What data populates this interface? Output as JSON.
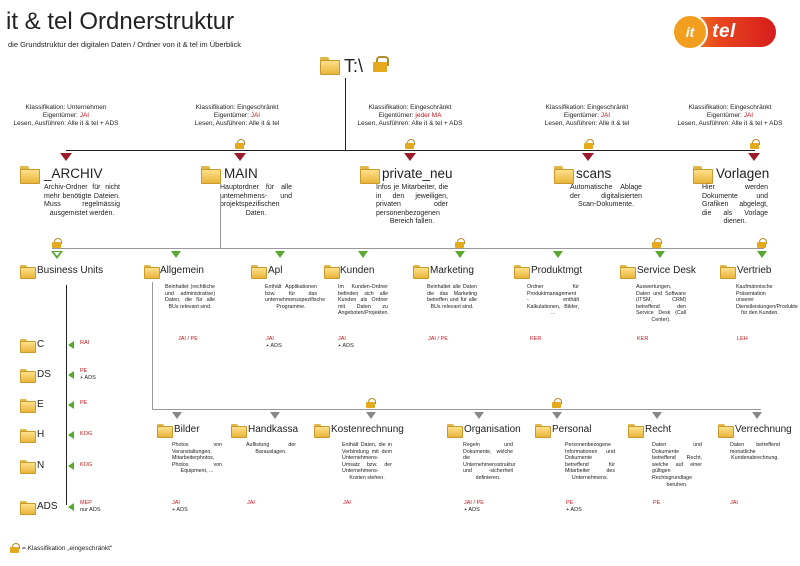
{
  "header": {
    "title": "it & tel Ordnerstruktur",
    "subtitle": "die Grundstruktur der digitalen Daten / Ordner von it & tel im Überblick"
  },
  "logo": {
    "bubble": "it",
    "text": "tel"
  },
  "root": {
    "label": "T:\\"
  },
  "level1": [
    {
      "name": "_ARCHIV",
      "cls": {
        "k": "Klassifikation: Unternehmen",
        "e_label": "Eigentümer: ",
        "e_value": "JAI",
        "r": "Lesen, Ausführen: Alle it & tel + ADS"
      },
      "desc": "Archiv-Ordner für nicht mehr benötigte Dateien. Muss regelmässig ausgemistet werden."
    },
    {
      "name": "MAIN",
      "cls": {
        "k": "Klassifikation: Eingeschränkt",
        "e_label": "Eigentümer: ",
        "e_value": "JAI",
        "r": "Lesen, Ausführen: Alle it & tel"
      },
      "desc": "Hauptordner für alle unternehmens- und projektspezifischen Daten."
    },
    {
      "name": "private_neu",
      "cls": {
        "k": "Klassifikation: Eingeschränkt",
        "e_label": "Eigentümer: ",
        "e_value": "jeder MA",
        "r": "Lesen, Ausführen: Alle it & tel + ADS"
      },
      "desc": "Infos je Mitarbeiter, die in den jeweiligen, privaten oder personenbezogenen Bereich fallen."
    },
    {
      "name": "scans",
      "cls": {
        "k": "Klassifikation: Eingeschränkt",
        "e_label": "Eigentümer: ",
        "e_value": "JAI",
        "r": "Lesen, Ausführen: Alle it & tel"
      },
      "desc": "Automatische Ablage der digitalisierten Scan-Dokumente."
    },
    {
      "name": "Vorlagen",
      "cls": {
        "k": "Klassifikation: Eingeschränkt",
        "e_label": "Eigentümer: ",
        "e_value": "JAI",
        "r": "Lesen, Ausführen: Alle it & tel + ADS"
      },
      "desc": "Hier werden Dokumente und Grafiken abgelegt, die als Vorlage dienen."
    }
  ],
  "level2_top": [
    {
      "name": "Business Units"
    },
    {
      "name": "Allgemein",
      "desc": "Beinhaltet (rechtliche und administrative) Daten, die für alle BUs relevant sind.",
      "tag": "JAI / PE",
      "extra": ""
    },
    {
      "name": "Apl",
      "desc": "Enthält Applikationen bzw. für das unternehmensspezifische Programme.",
      "tag": "JAI",
      "extra": "+ ADS"
    },
    {
      "name": "Kunden",
      "desc": "Im Kunden-Ordner befinden sich alle Kunden als Ordner mit Daten zu Angeboten/Projekten.",
      "tag": "JAI",
      "extra": "+ ADS"
    },
    {
      "name": "Marketing",
      "desc": "Beinhaltet alle Daten die das Marketing betreffen und für alle BUs relevant sind.",
      "tag": "JAI / PE",
      "extra": ""
    },
    {
      "name": "Produktmgt",
      "desc": "Ordner für Produktmanagement - enthält Kalkulationen, Bilder, ...",
      "tag": "KER",
      "extra": ""
    },
    {
      "name": "Service Desk",
      "desc": "Auswertungen, Daten und Software (ITSM, CRM) betreffend den Service Desk (Call Center).",
      "tag": "KER",
      "extra": ""
    },
    {
      "name": "Vertrieb",
      "desc": "Kaufmännische Präsentation unserer Dienstleistungen/Produkte für den Kunden.",
      "tag": "LEH",
      "extra": ""
    }
  ],
  "level2_bottom": [
    {
      "name": "Bilder",
      "desc": "Photos von Veranstaltungen, Mitarbeiterphotos, Photos von Equipment, ...",
      "tag": "JAI",
      "extra": "+ ADS"
    },
    {
      "name": "Handkassa",
      "desc": "Auflistung der Barauslagen.",
      "tag": "JAI",
      "extra": ""
    },
    {
      "name": "Kostenrechnung",
      "desc": "Enthält Daten, die in Verbindung mit dem Unternehmens-Umsatz bzw. der Unternehmens-Kosten stehen.",
      "tag": "JAI",
      "extra": ""
    },
    {
      "name": "Organisation",
      "desc": "Regeln und Dokumente, welche die Unternehmensstruktur und -sicherheit definieren.",
      "tag": "JAI / PE",
      "extra": "+ ADS"
    },
    {
      "name": "Personal",
      "desc": "Personenbezogene Informationen und Dokumente betreffend für Mitarbeiter des Unternehmens.",
      "tag": "PE",
      "extra": "+ ADS"
    },
    {
      "name": "Recht",
      "desc": "Daten und Dokumente betreffend Recht, welche auf einer gültigen Rechtsgrundlage beruhen.",
      "tag": "PE",
      "extra": ""
    },
    {
      "name": "Verrechnung",
      "desc": "Daten betreffend monatliche Kundenabrechnung.",
      "tag": "JAI",
      "extra": ""
    }
  ],
  "business_units": [
    {
      "name": "C",
      "tag": "RAI",
      "extra": ""
    },
    {
      "name": "DS",
      "tag": "PE",
      "extra": "+ ADS"
    },
    {
      "name": "E",
      "tag": "PE",
      "extra": ""
    },
    {
      "name": "H",
      "tag": "KOG",
      "extra": ""
    },
    {
      "name": "N",
      "tag": "KOG",
      "extra": ""
    },
    {
      "name": "ADS",
      "tag": "MEP",
      "extra": "nur ADS"
    }
  ],
  "legend": {
    "text": "= Klassifikation „eingeschränkt“"
  },
  "colors": {
    "restricted_marker": "#9b1b2a",
    "open_marker": "#5aa832",
    "owner_text": "#c4161c"
  }
}
